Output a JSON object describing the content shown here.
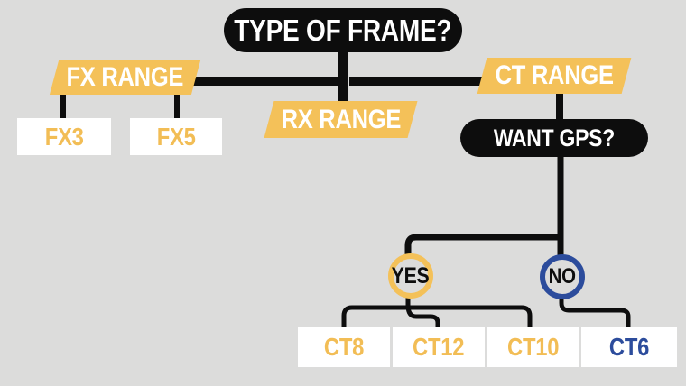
{
  "palette": {
    "background": "#dcdcdb",
    "node_black": "#0d0d0d",
    "accent_yellow": "#f4c159",
    "accent_blue": "#2c4c9c",
    "text_white": "#ffffff"
  },
  "tree": {
    "root": {
      "label": "TYPE OF FRAME?"
    },
    "fx": {
      "label": "FX RANGE",
      "children": [
        "FX3",
        "FX5"
      ]
    },
    "rx": {
      "label": "RX RANGE"
    },
    "ct": {
      "label": "CT RANGE",
      "question": "WANT GPS?",
      "yes": {
        "label": "YES",
        "children": [
          "CT8",
          "CT12",
          "CT10"
        ]
      },
      "no": {
        "label": "NO",
        "children": [
          "CT6"
        ]
      }
    }
  }
}
